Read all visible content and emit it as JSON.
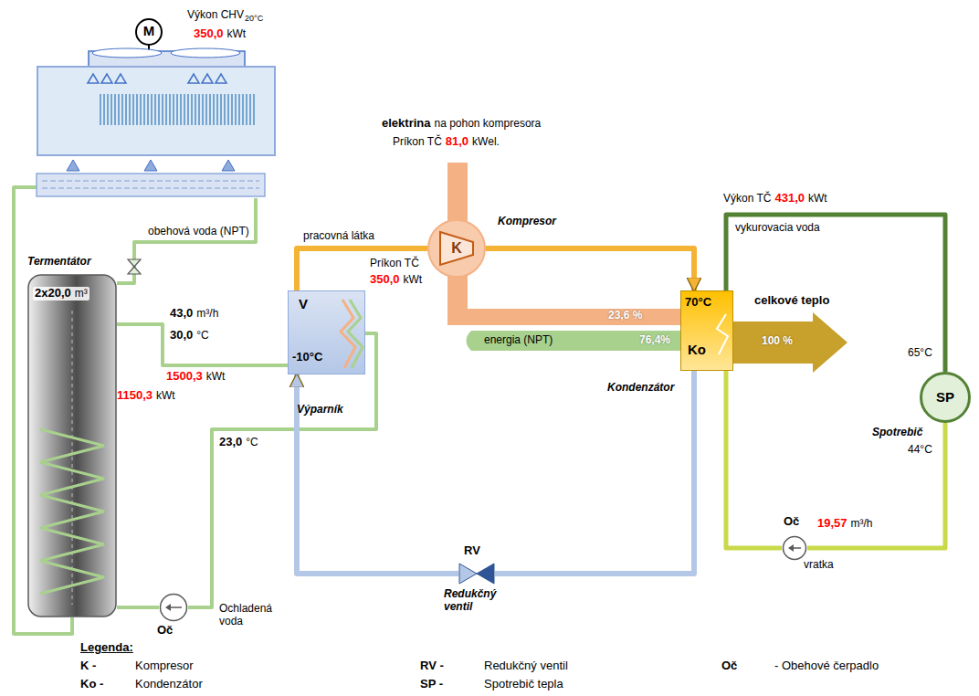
{
  "diagram": {
    "nodes": [
      {
        "text": [
          "Výkon CHV",
          "20°C",
          "350,0",
          "kWt"
        ]
      },
      {
        "text": [
          "M"
        ]
      },
      {
        "text": [
          "Termentátor",
          "2x20,0",
          "m³"
        ]
      },
      {
        "text": [
          "Oč"
        ]
      },
      {
        "text": [
          "V",
          "-10°C",
          "Výparník"
        ]
      },
      {
        "text": [
          "K",
          "Kompresor"
        ]
      },
      {
        "text": [
          "70°C",
          "Ko",
          "Kondenzátor"
        ]
      },
      {
        "text": [
          "RV",
          "Redukčný ventil"
        ]
      },
      {
        "text": [
          "SP",
          "Spotrebič"
        ]
      },
      {
        "text": [
          "Oč"
        ]
      }
    ],
    "edges": [
      {
        "from": 0,
        "to": 2,
        "arrow": "none",
        "label": "obehová voda (NPT)"
      },
      {
        "from": 0,
        "to": 2,
        "arrow": "none"
      },
      {
        "from": 2,
        "to": 4,
        "arrow": "none"
      },
      {
        "from": 4,
        "to": 3,
        "arrow": "none"
      },
      {
        "from": 3,
        "to": 2,
        "arrow": "none"
      },
      {
        "from": 4,
        "to": 5,
        "arrow": "none"
      },
      {
        "from": 5,
        "to": 6,
        "arrow": "to"
      },
      {
        "from": 6,
        "to": 7,
        "arrow": "none"
      },
      {
        "from": 7,
        "to": 4,
        "arrow": "to"
      },
      {
        "from": 6,
        "to": 8,
        "arrow": "none"
      },
      {
        "from": 8,
        "to": 9,
        "arrow": "none"
      },
      {
        "from": 9,
        "to": 6,
        "arrow": "none"
      }
    ],
    "labels": [
      "elektrina",
      "na pohon kompresora",
      "Príkon TČ",
      "81,0",
      "kWel.",
      "pracovná látka",
      "Príkon TČ",
      "350,0",
      "kWt",
      "43,0",
      "m³/h",
      "30,0",
      "°C",
      "1500,3",
      "kWt",
      "1150,3",
      "kWt",
      "23,0",
      "°C",
      "Ochladená voda",
      "23,6 %",
      "energia (NPT)",
      "76,4%",
      "celkové teplo",
      "100 %",
      "Výkon TČ",
      "431,0",
      "kWt",
      "vykurovacia voda",
      "65°C",
      "44°C",
      "19,57",
      "m³/h",
      "vratka",
      "Legenda:",
      "K -",
      "Kompresor",
      "RV -",
      "Redukčný ventil",
      "Oč",
      "- Obehové čerpadlo",
      "Ko -",
      "Kondenzátor",
      "SP -",
      "Spotrebič tepla"
    ]
  }
}
